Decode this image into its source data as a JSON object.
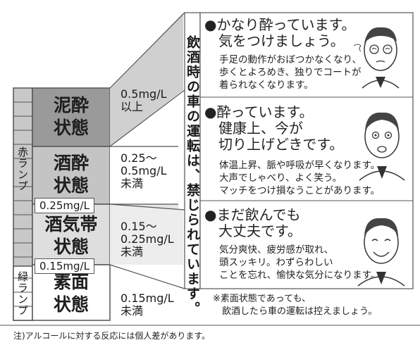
{
  "lamps": {
    "red": "赤ランプ",
    "green": "緑ランプ"
  },
  "states": [
    {
      "name": "泥酔\n状態",
      "threshold": "0.5mg/L\n以上"
    },
    {
      "name": "酒酔\n状態",
      "threshold": "0.25～\n0.5mg/L\n未満"
    },
    {
      "name": "酒気帯\n状態",
      "threshold": "0.15～\n0.25mg/L\n未満"
    },
    {
      "name": "素面\n状態",
      "threshold": "0.15mg/L\n未満"
    }
  ],
  "boundaries": [
    "0.25mg/L",
    "0.15mg/L"
  ],
  "banner": "飲酒時の車の運転は、禁じられています。",
  "cards": [
    {
      "heading": "●かなり酔っています。\n　気をつけましょう。",
      "body": "手足の動作がおぼつかなくなり、\n歩くとよろめき、独りでコートが\n着られなくなります。",
      "face": "dizzy-man-icon"
    },
    {
      "heading": "●酔っています。\n　健康上、今が\n　切り上げどきです。",
      "body": "体温上昇、脈や呼吸が早くなります。\n大声でしゃべり、よく笑う。\nマッチをつけ損なうことがあります。",
      "face": "surprised-man-icon"
    },
    {
      "heading": "●まだ飲んでも\n　大丈夫です。",
      "body": "気分爽快、疲労感が取れ、\n頭スッキリ。わずらわしい\nことを忘れ、愉快な気分になります。",
      "face": "smiling-man-icon"
    }
  ],
  "sober_note": "※素面状態であっても、\n　飲酒したら車の運転は控えましょう。",
  "footnote": "注)アルコールに対する反応には個人差があります。"
}
